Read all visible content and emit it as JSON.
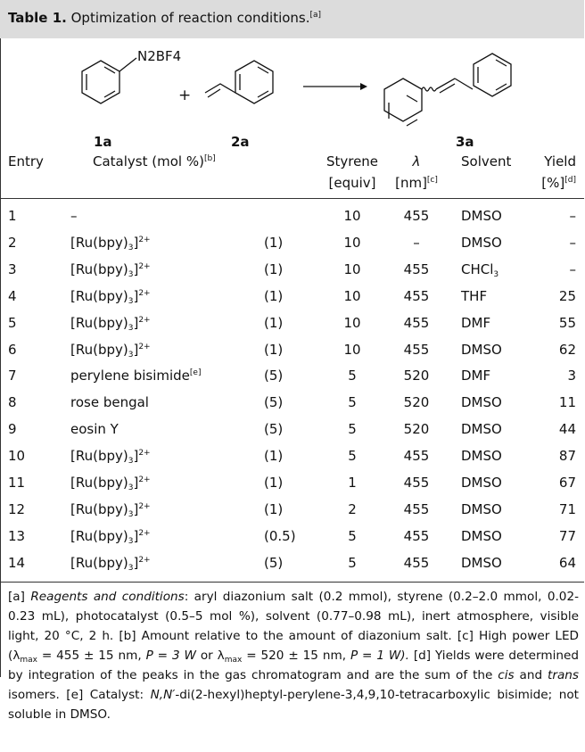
{
  "table": {
    "label": "Table 1.",
    "title": "Optimization of reaction conditions.",
    "title_note": "[a]"
  },
  "scheme": {
    "reactant1_group": "N2BF4",
    "plus": "+",
    "compound_labels": [
      "1a",
      "2a",
      "3a"
    ]
  },
  "columns": {
    "entry": "Entry",
    "catalyst": "Catalyst (mol %)",
    "catalyst_note": "[b]",
    "styrene": "Styrene",
    "styrene_unit": "[equiv]",
    "lambda": "λ",
    "lambda_unit": "[nm]",
    "lambda_note": "[c]",
    "solvent": "Solvent",
    "yield": "Yield",
    "yield_unit": "[%]",
    "yield_note": "[d]"
  },
  "rows": [
    {
      "entry": "1",
      "catalyst": "–",
      "amount": "",
      "styrene": "10",
      "lambda": "455",
      "solvent": "DMSO",
      "yield": "–"
    },
    {
      "entry": "2",
      "catalyst": "[Ru(bpy)3]2+",
      "amount": "(1)",
      "styrene": "10",
      "lambda": "–",
      "solvent": "DMSO",
      "yield": "–"
    },
    {
      "entry": "3",
      "catalyst": "[Ru(bpy)3]2+",
      "amount": "(1)",
      "styrene": "10",
      "lambda": "455",
      "solvent": "CHCl3",
      "yield": "–"
    },
    {
      "entry": "4",
      "catalyst": "[Ru(bpy)3]2+",
      "amount": "(1)",
      "styrene": "10",
      "lambda": "455",
      "solvent": "THF",
      "yield": "25"
    },
    {
      "entry": "5",
      "catalyst": "[Ru(bpy)3]2+",
      "amount": "(1)",
      "styrene": "10",
      "lambda": "455",
      "solvent": "DMF",
      "yield": "55"
    },
    {
      "entry": "6",
      "catalyst": "[Ru(bpy)3]2+",
      "amount": "(1)",
      "styrene": "10",
      "lambda": "455",
      "solvent": "DMSO",
      "yield": "62"
    },
    {
      "entry": "7",
      "catalyst": "perylene bisimide[e]",
      "amount": "(5)",
      "styrene": "5",
      "lambda": "520",
      "solvent": "DMF",
      "yield": "3"
    },
    {
      "entry": "8",
      "catalyst": "rose bengal",
      "amount": "(5)",
      "styrene": "5",
      "lambda": "520",
      "solvent": "DMSO",
      "yield": "11"
    },
    {
      "entry": "9",
      "catalyst": "eosin Y",
      "amount": "(5)",
      "styrene": "5",
      "lambda": "520",
      "solvent": "DMSO",
      "yield": "44"
    },
    {
      "entry": "10",
      "catalyst": "[Ru(bpy)3]2+",
      "amount": "(1)",
      "styrene": "5",
      "lambda": "455",
      "solvent": "DMSO",
      "yield": "87"
    },
    {
      "entry": "11",
      "catalyst": "[Ru(bpy)3]2+",
      "amount": "(1)",
      "styrene": "1",
      "lambda": "455",
      "solvent": "DMSO",
      "yield": "67"
    },
    {
      "entry": "12",
      "catalyst": "[Ru(bpy)3]2+",
      "amount": "(1)",
      "styrene": "2",
      "lambda": "455",
      "solvent": "DMSO",
      "yield": "71"
    },
    {
      "entry": "13",
      "catalyst": "[Ru(bpy)3]2+",
      "amount": "(0.5)",
      "styrene": "5",
      "lambda": "455",
      "solvent": "DMSO",
      "yield": "77"
    },
    {
      "entry": "14",
      "catalyst": "[Ru(bpy)3]2+",
      "amount": "(5)",
      "styrene": "5",
      "lambda": "455",
      "solvent": "DMSO",
      "yield": "64"
    }
  ],
  "footnotes": {
    "a_mark": "[a]",
    "a_lead": "Reagents and conditions",
    "a_text": ": aryl diazonium salt (0.2 mmol), styrene (0.2–2.0 mmol, 0.02-0.23 mL), photocatalyst (0.5–5 mol %), solvent (0.77–0.98 mL), inert atmosphere, visible light, 20 °C, 2 h.",
    "b": "[b] Amount relative to the amount of diazonium salt.",
    "c_head": "[c] High power LED (",
    "c_lambda1": "λmax = 455 ± 15 nm,",
    "c_p1": "P = 3 W",
    "c_or": "or",
    "c_lambda2": "λmax = 520 ± 15 nm,",
    "c_p2": "P = 1 W).",
    "d_head": "[d] Yields were determined by integration of the peaks in the gas chromatogram and are the sum of the",
    "d_cis": "cis",
    "d_and": "and",
    "d_trans": "trans",
    "d_tail": "isomers.",
    "e_head": "[e] Catalyst:",
    "e_name": "N,N′",
    "e_tail": "-di(2-hexyl)heptyl-perylene-3,4,9,10-tetracarboxylic bisimide; not soluble in DMSO."
  }
}
